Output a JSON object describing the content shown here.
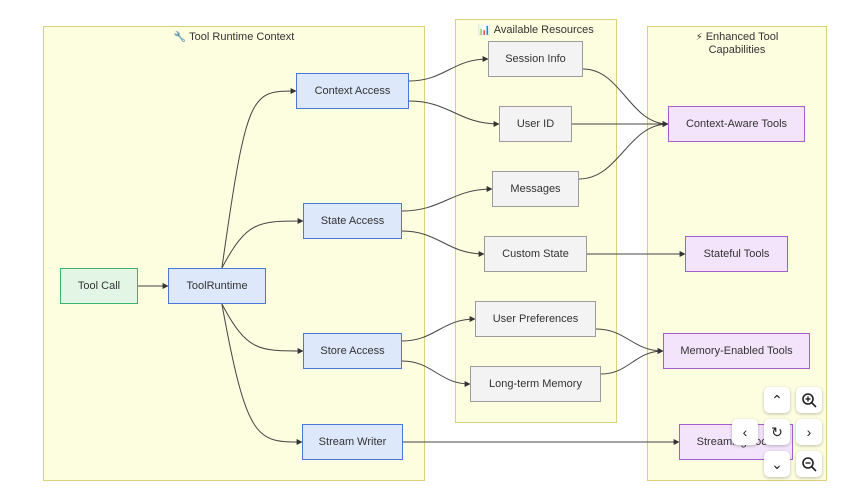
{
  "clusters": {
    "runtime": {
      "title": "Tool Runtime Context",
      "icon": "wrench-icon"
    },
    "resources": {
      "title": "Available Resources",
      "icon": "bar-chart-icon"
    },
    "capabilities": {
      "title": "Enhanced Tool Capabilities",
      "icon": "lightning-icon"
    }
  },
  "nodes": {
    "tool_call": "Tool Call",
    "tool_runtime": "ToolRuntime",
    "context_access": "Context Access",
    "state_access": "State Access",
    "store_access": "Store Access",
    "stream_writer": "Stream Writer",
    "session_info": "Session Info",
    "user_id": "User ID",
    "messages": "Messages",
    "custom_state": "Custom State",
    "user_preferences": "User Preferences",
    "long_term_memory": "Long-term Memory",
    "context_aware_tools": "Context-Aware Tools",
    "stateful_tools": "Stateful Tools",
    "memory_enabled_tools": "Memory-Enabled Tools",
    "streaming_tools": "Streaming Tools"
  },
  "edges": [
    [
      "tool_call",
      "tool_runtime"
    ],
    [
      "tool_runtime",
      "context_access"
    ],
    [
      "tool_runtime",
      "state_access"
    ],
    [
      "tool_runtime",
      "store_access"
    ],
    [
      "tool_runtime",
      "stream_writer"
    ],
    [
      "context_access",
      "session_info"
    ],
    [
      "context_access",
      "user_id"
    ],
    [
      "state_access",
      "messages"
    ],
    [
      "state_access",
      "custom_state"
    ],
    [
      "store_access",
      "user_preferences"
    ],
    [
      "store_access",
      "long_term_memory"
    ],
    [
      "session_info",
      "context_aware_tools"
    ],
    [
      "user_id",
      "context_aware_tools"
    ],
    [
      "messages",
      "context_aware_tools"
    ],
    [
      "custom_state",
      "stateful_tools"
    ],
    [
      "user_preferences",
      "memory_enabled_tools"
    ],
    [
      "long_term_memory",
      "memory_enabled_tools"
    ],
    [
      "stream_writer",
      "streaming_tools"
    ]
  ],
  "controls": {
    "zoom_in": "zoom-in-icon",
    "zoom_out": "zoom-out-icon",
    "up": "chevron-up-icon",
    "down": "chevron-down-icon",
    "left": "chevron-left-icon",
    "right": "chevron-right-icon",
    "reset": "reset-icon"
  }
}
